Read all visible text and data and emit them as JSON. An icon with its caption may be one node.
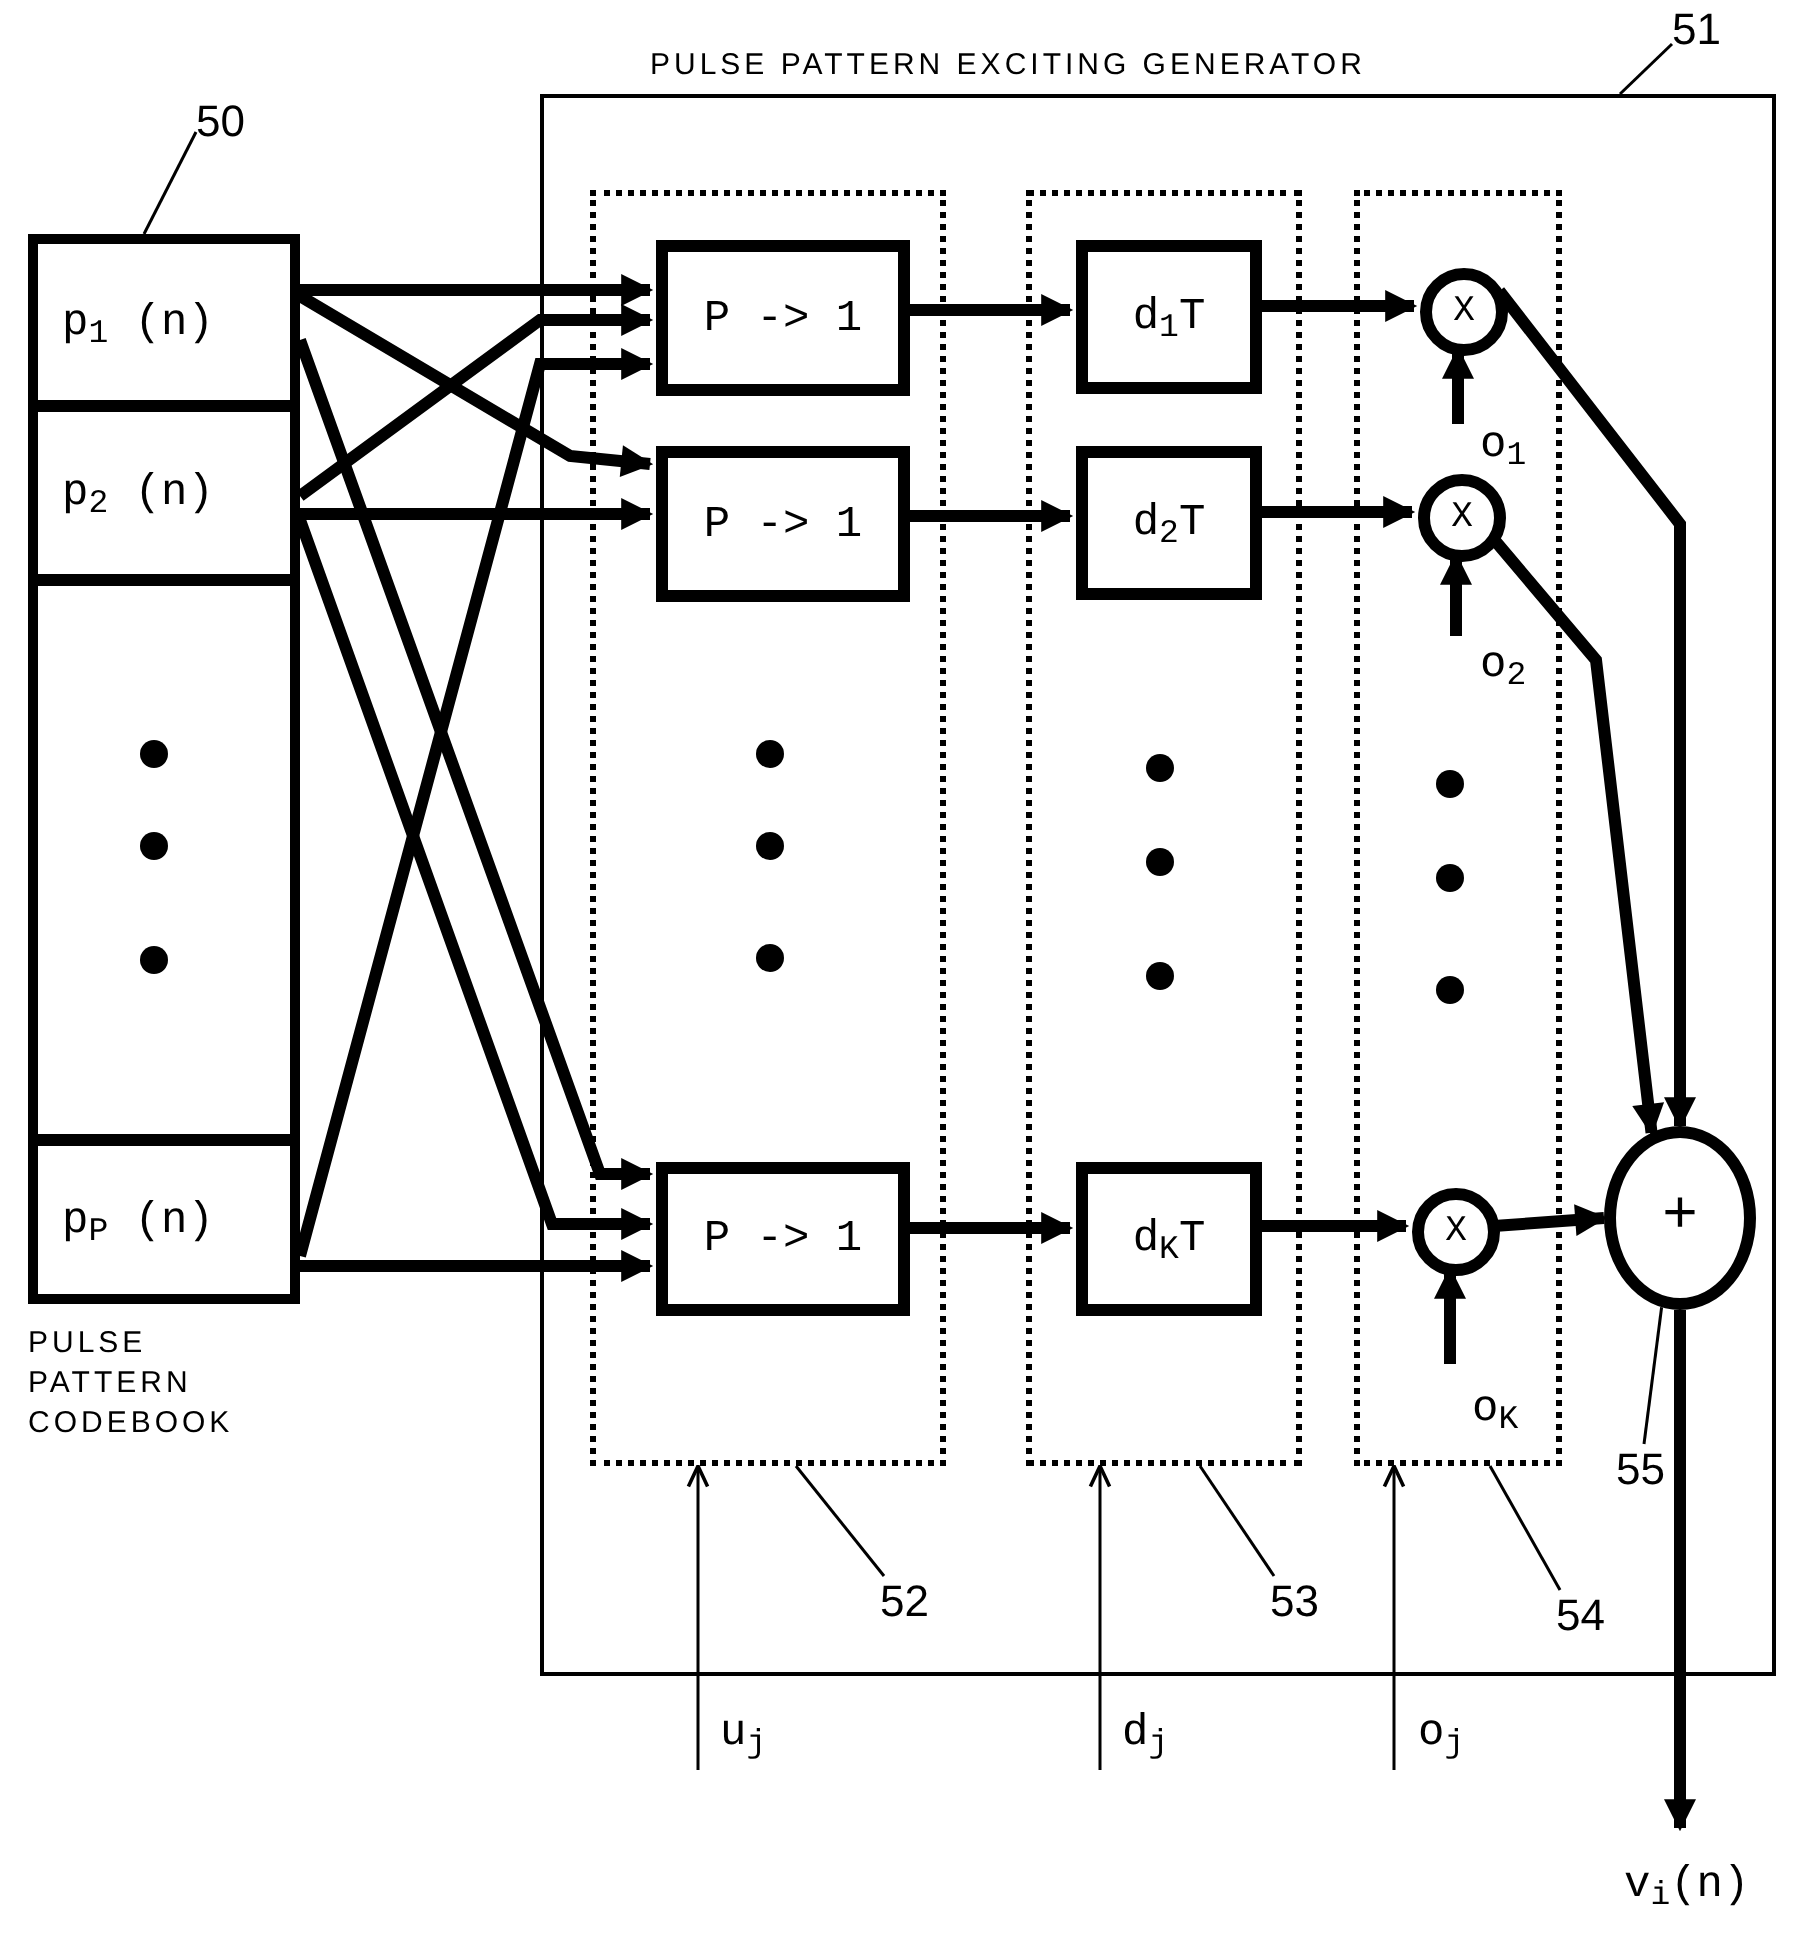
{
  "diagram": {
    "nodes": [
      {
        "text": [
          "PULSE PATTERN EXCITING GENERATOR"
        ]
      },
      {
        "text": [
          "PULSE PATTERN CODEBOOK"
        ]
      },
      {
        "text": [
          "p$_{1}$ (n)"
        ],
        "in": 1
      },
      {
        "text": [
          "p$_{2}$ (n)"
        ],
        "in": 1
      },
      {
        "text": [],
        "shape": "box",
        "in": 1
      },
      {
        "text": [
          "p$_{P}$ (n)"
        ],
        "in": 1
      },
      {
        "text": [],
        "shape": "box",
        "in": 0
      },
      {
        "text": [
          "P -> 1"
        ],
        "in": 6
      },
      {
        "text": [
          "P -> 1"
        ],
        "in": 6
      },
      {
        "text": [
          "P -> 1"
        ],
        "in": 6
      },
      {
        "text": [],
        "shape": "box",
        "in": 0
      },
      {
        "text": [
          "d$_{1}$T"
        ],
        "in": 10
      },
      {
        "text": [
          "d$_{2}$T"
        ],
        "in": 10
      },
      {
        "text": [
          "d$_{K}$T"
        ],
        "in": 10
      },
      {
        "text": [],
        "shape": "box",
        "in": 0
      },
      {
        "text": [
          "X"
        ],
        "in": 14
      },
      {
        "text": [
          "X"
        ],
        "in": 14
      },
      {
        "text": [
          "X"
        ],
        "in": 14
      },
      {
        "text": [
          "+"
        ],
        "in": 0
      },
      {
        "text": [
          "50"
        ]
      },
      {
        "text": [
          "51"
        ]
      },
      {
        "text": [
          "52"
        ],
        "in": 0
      },
      {
        "text": [
          "53"
        ],
        "in": 0
      },
      {
        "text": [
          "54"
        ],
        "in": 0
      },
      {
        "text": [
          "55"
        ],
        "in": 0
      }
    ],
    "edges": [
      {
        "from": 2,
        "to": 7,
        "arrow": "to"
      },
      {
        "from": 2,
        "to": 8,
        "arrow": "to"
      },
      {
        "from": 2,
        "to": 9,
        "arrow": "to"
      },
      {
        "from": 3,
        "to": 7,
        "arrow": "to"
      },
      {
        "from": 3,
        "to": 8,
        "arrow": "to"
      },
      {
        "from": 3,
        "to": 9,
        "arrow": "to"
      },
      {
        "from": 5,
        "to": 7,
        "arrow": "to"
      },
      {
        "from": 5,
        "to": 9,
        "arrow": "to"
      },
      {
        "from": 7,
        "to": 11,
        "arrow": "to"
      },
      {
        "from": 8,
        "to": 12,
        "arrow": "to"
      },
      {
        "from": 9,
        "to": 13,
        "arrow": "to"
      },
      {
        "from": 11,
        "to": 15,
        "arrow": "to"
      },
      {
        "from": 12,
        "to": 16,
        "arrow": "to"
      },
      {
        "from": 13,
        "to": 17,
        "arrow": "to"
      },
      {
        "from": 15,
        "to": 18,
        "arrow": "to"
      },
      {
        "from": 16,
        "to": 18,
        "arrow": "to"
      },
      {
        "from": 17,
        "to": 18,
        "arrow": "to"
      },
      {
        "from": null,
        "to": 15,
        "label": "o$_{1}$",
        "arrow": "to"
      },
      {
        "from": null,
        "to": 16,
        "label": "o$_{2}$",
        "arrow": "to"
      },
      {
        "from": null,
        "to": 17,
        "label": "o$_{K}$",
        "arrow": "to"
      },
      {
        "from": 18,
        "to": null,
        "label": "v$_{i}$(n)",
        "arrow": "to"
      },
      {
        "from": null,
        "to": 6,
        "label": "u$_{j}$",
        "arrow": "to"
      },
      {
        "from": null,
        "to": 10,
        "label": "d$_{j}$",
        "arrow": "to"
      },
      {
        "from": null,
        "to": 14,
        "label": "o$_{j}$",
        "arrow": "to"
      },
      {
        "from": 19,
        "to": 1,
        "arrow": "none"
      },
      {
        "from": 20,
        "to": 0,
        "arrow": "none"
      },
      {
        "from": 21,
        "to": 6,
        "arrow": "none"
      },
      {
        "from": 22,
        "to": 10,
        "arrow": "none"
      },
      {
        "from": 23,
        "to": 14,
        "arrow": "none"
      },
      {
        "from": 24,
        "to": 18,
        "arrow": "none"
      }
    ]
  }
}
